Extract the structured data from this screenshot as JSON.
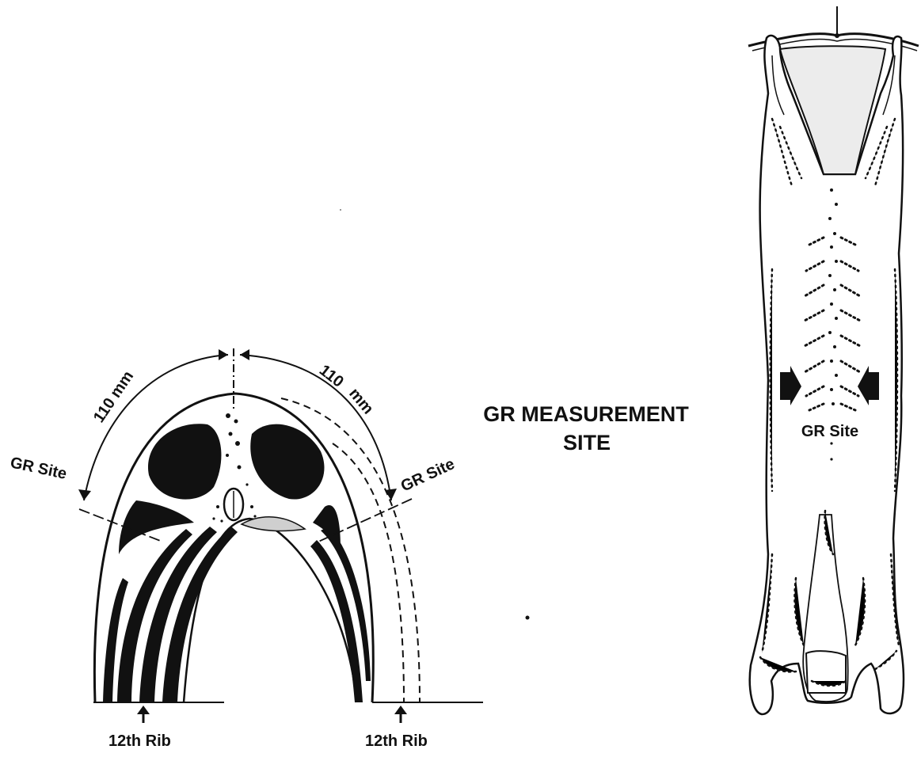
{
  "title_line1": "GR MEASUREMENT",
  "title_line2": "SITE",
  "left_diagram": {
    "dimension_left": "110 mm",
    "dimension_right_a": "110",
    "dimension_right_b": "mm",
    "gr_site_left": "GR Site",
    "gr_site_right": "GR Site",
    "rib_left": "12th Rib",
    "rib_right": "12th Rib"
  },
  "carcass": {
    "gr_site": "GR Site"
  },
  "colors": {
    "ink": "#111111",
    "paper": "#ffffff",
    "shade": "#e8e8e8"
  }
}
